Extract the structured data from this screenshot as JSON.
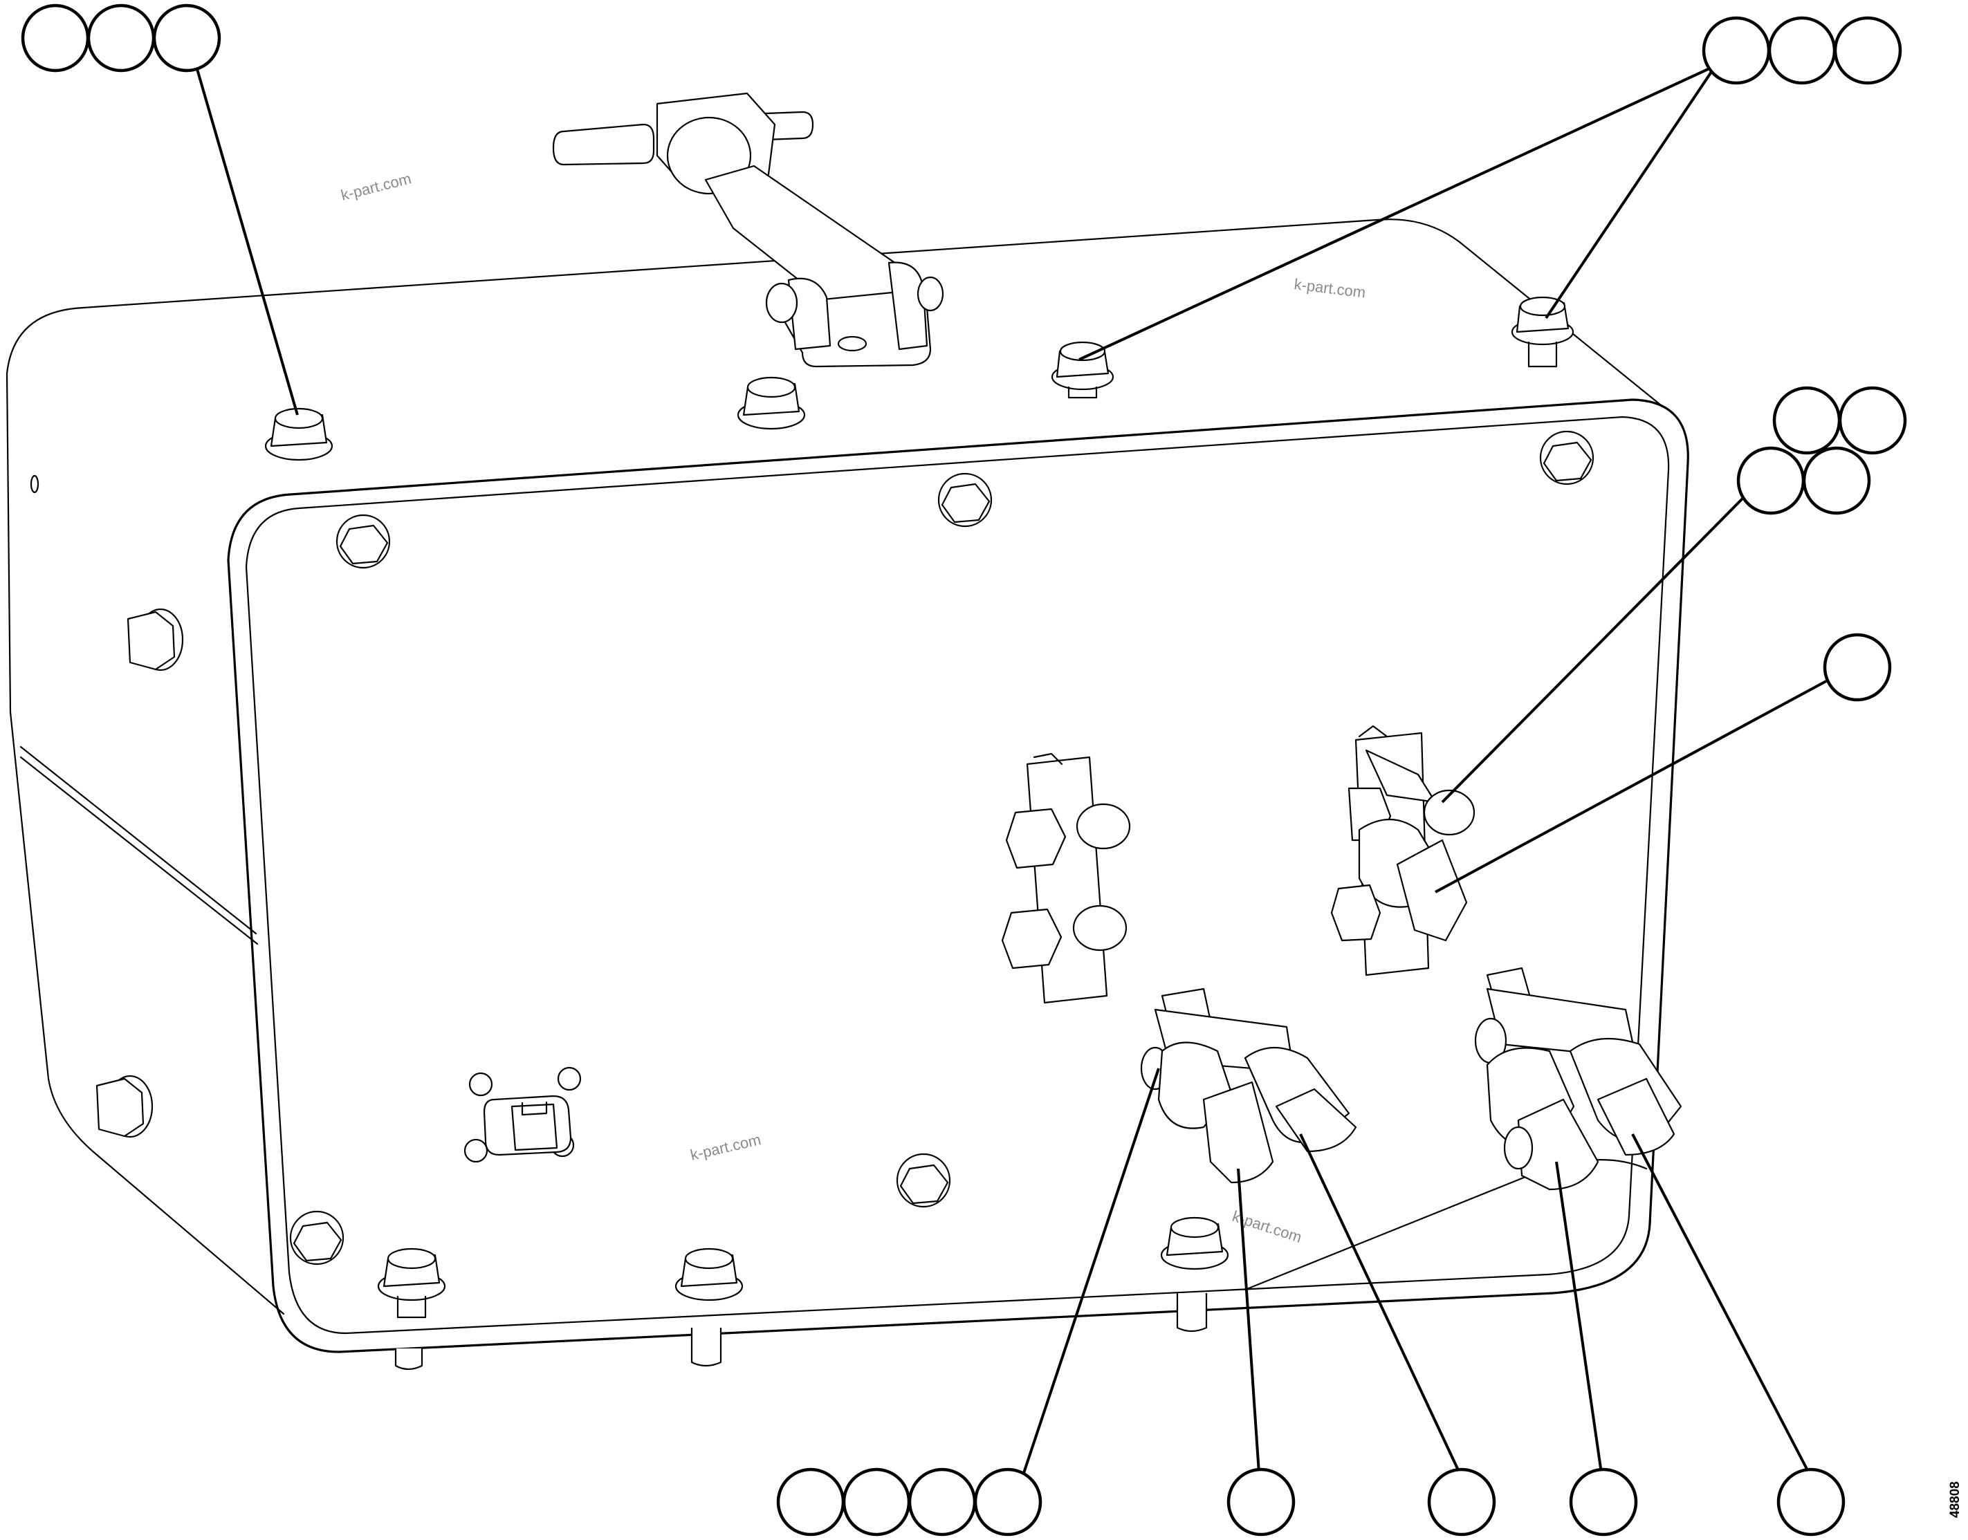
{
  "watermarks": [
    "k-part.com",
    "k-part.com",
    "k-part.com",
    "k-part.com"
  ],
  "drawing_number": "48808"
}
